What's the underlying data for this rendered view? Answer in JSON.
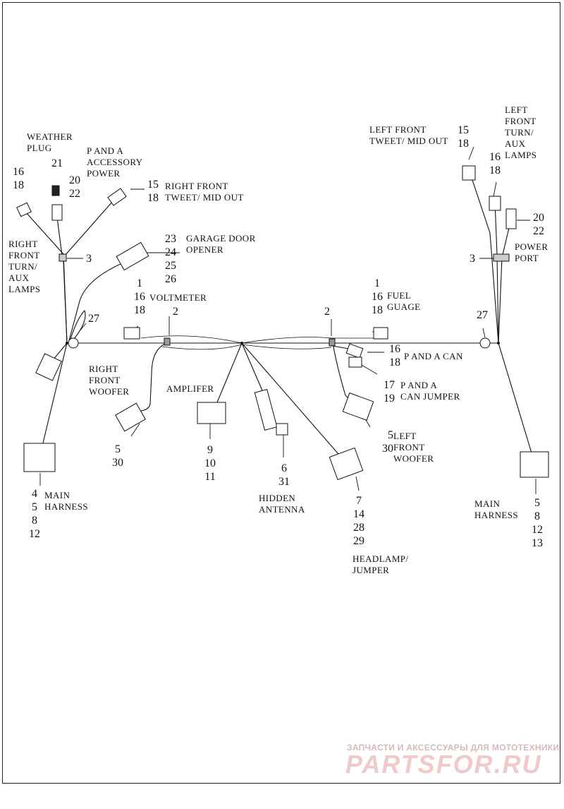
{
  "labels": {
    "weather_plug": "WEATHER\nPLUG",
    "p_and_a_accessory_power": "P AND A\nACCESSORY\nPOWER",
    "right_front_tweet": "RIGHT FRONT\nTWEET/ MID OUT",
    "right_front_turn_aux": "RIGHT\nFRONT\nTURN/\nAUX\nLAMPS",
    "garage_door_opener": "GARAGE DOOR\nOPENER",
    "voltmeter": "VOLTMETER",
    "right_front_woofer": "RIGHT\nFRONT\nWOOFER",
    "amplifer": "AMPLIFER",
    "hidden_antenna": "HIDDEN\nANTENNA",
    "main_harness_left": "MAIN\nHARNESS",
    "fuel_guage": "FUEL\nGUAGE",
    "p_and_a_can": "P AND A CAN",
    "p_and_a_can_jumper": "P AND A\nCAN JUMPER",
    "left_front_woofer": "LEFT\nFRONT\nWOOFER",
    "headlamp_jumper": "HEADLAMP/\nJUMPER",
    "left_front_tweet": "LEFT FRONT\nTWEET/ MID OUT",
    "left_front_turn_aux": "LEFT\nFRONT\nTURN/\nAUX\nLAMPS",
    "power_port": "POWER\nPORT",
    "main_harness_right": "MAIN\nHARNESS"
  },
  "callouts": {
    "weather_plug_num": "21",
    "right_turn_nums": "16\n18",
    "accessory_power_nums": "20\n22",
    "right_tweet_nums": "15\n18",
    "right_clip": "3",
    "garage_nums": "23\n24\n25\n26",
    "right_27": "27",
    "voltmeter_nums": "1\n16\n18",
    "voltmeter_clip": "2",
    "fuel_nums": "1\n16\n18",
    "fuel_clip": "2",
    "left_27": "27",
    "can_nums": "16\n18",
    "can_jumper_nums": "17\n19",
    "left_woofer_nums": "5\n30",
    "right_woofer_nums": "5\n30",
    "amplifer_nums": "9\n10\n11",
    "antenna_nums": "6\n31",
    "headlamp_nums": "7\n14\n28\n29",
    "main_left_nums": "4\n5\n8\n12",
    "main_right_nums": "5\n8\n12\n13",
    "left_tweet_nums": "15\n18",
    "left_turn_nums": "16\n18",
    "power_port_nums": "20\n22",
    "left_clip": "3"
  },
  "watermark": {
    "tagline": "ЗАПЧАСТИ И АКСЕССУАРЫ ДЛЯ МОТОТЕХНИКИ",
    "brand": "PARTSFOR.RU"
  }
}
